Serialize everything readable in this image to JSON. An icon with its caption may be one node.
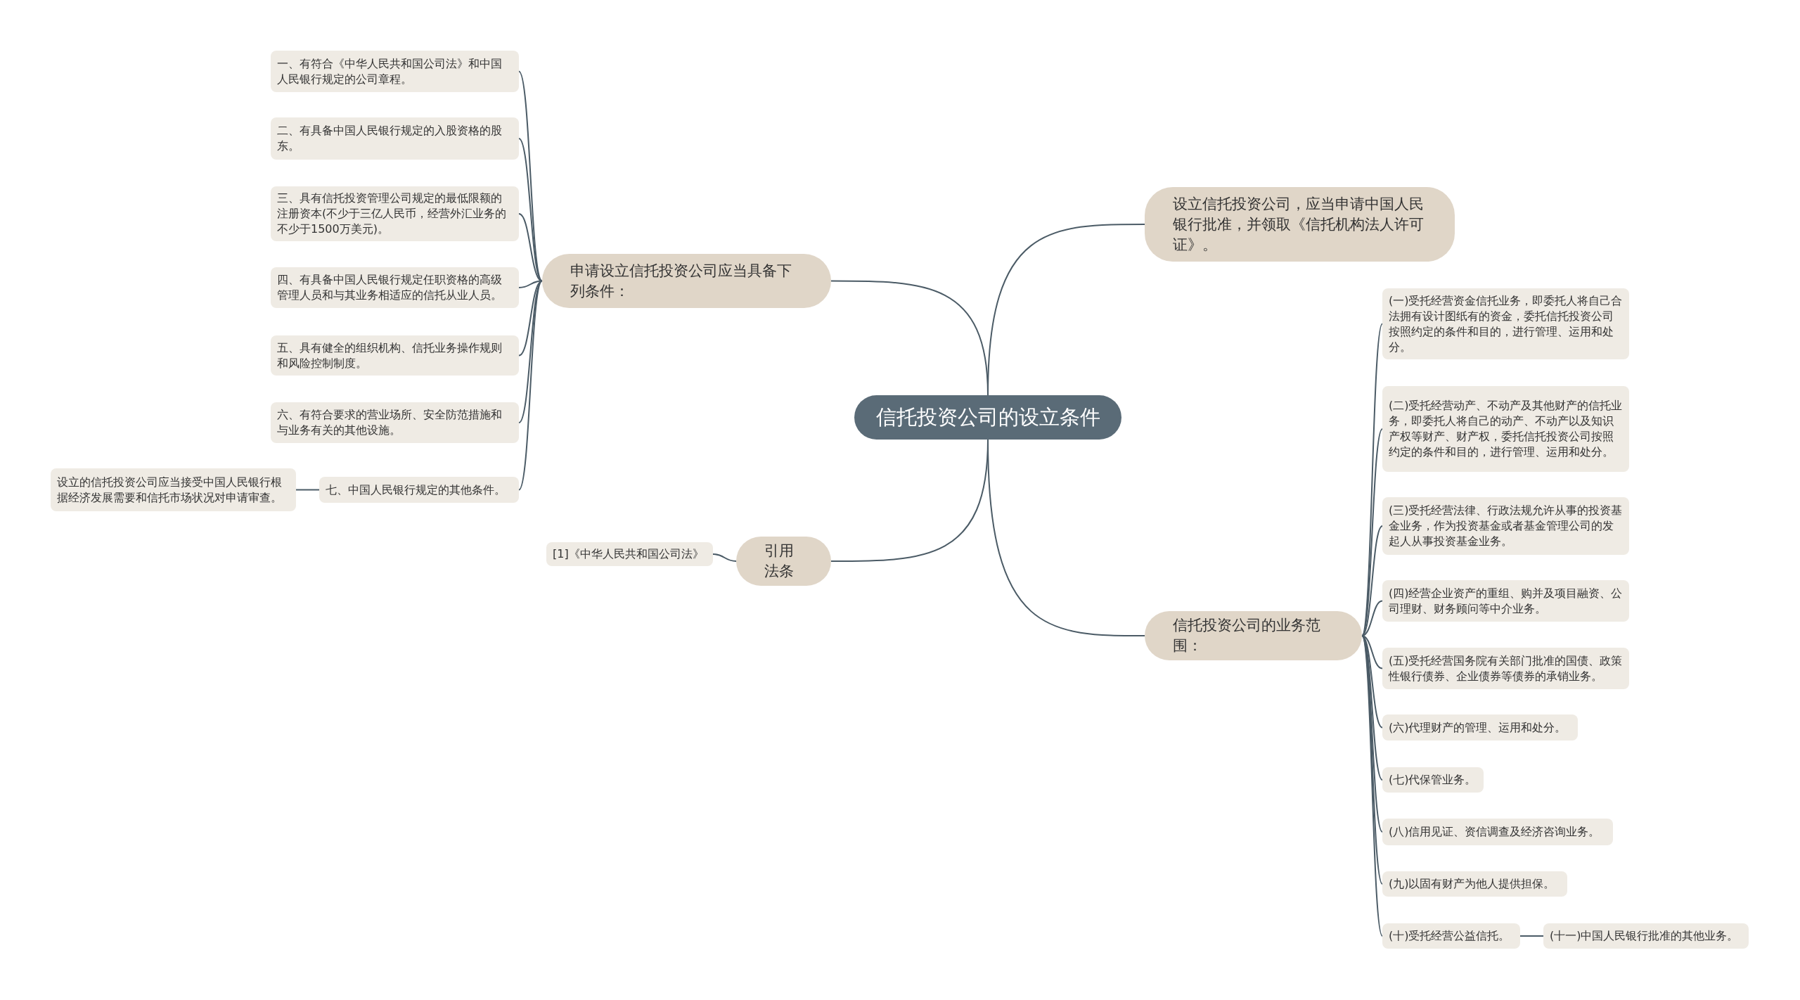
{
  "diagram": {
    "nodes": [
      {
        "text": [
          "信托投资公司的设立条件"
        ]
      },
      {
        "text": [
          "申请设立信托投资公司应当具备下列条件："
        ]
      },
      {
        "text": [
          "一、有符合《中华人民共和国公司法》和中国人民银行规定的公司章程。"
        ]
      },
      {
        "text": [
          "二、有具备中国人民银行规定的入股资格的股东。"
        ]
      },
      {
        "text": [
          "三、具有信托投资管理公司规定的最低限额的注册资本(不少于三亿人民币，经营外汇业务的不少于1500万美元)。"
        ]
      },
      {
        "text": [
          "四、有具备中国人民银行规定任职资格的高级管理人员和与其业务相适应的信托从业人员。"
        ]
      },
      {
        "text": [
          "五、具有健全的组织机构、信托业务操作规则和风险控制制度。"
        ]
      },
      {
        "text": [
          "六、有符合要求的营业场所、安全防范措施和与业务有关的其他设施。"
        ]
      },
      {
        "text": [
          "七、中国人民银行规定的其他条件。"
        ]
      },
      {
        "text": [
          "设立的信托投资公司应当接受中国人民银行根据经济发展需要和信托市场状况对申请审查。"
        ]
      },
      {
        "text": [
          "引用法条"
        ]
      },
      {
        "text": [
          "[1]《中华人民共和国公司法》"
        ]
      },
      {
        "text": [
          "设立信托投资公司，应当申请中国人民银行批准，并领取《信托机构法人许可证》。"
        ]
      },
      {
        "text": [
          "信托投资公司的业务范围："
        ]
      },
      {
        "text": [
          "(一)受托经营资金信托业务，即委托人将自己合法拥有设计图纸有的资金，委托信托投资公司按照约定的条件和目的，进行管理、运用和处分。"
        ]
      },
      {
        "text": [
          "(二)受托经营动产、不动产及其他财产的信托业务，即委托人将自己的动产、不动产以及知识产权等财产、财产权，委托信托投资公司按照约定的条件和目的，进行管理、运用和处分。"
        ]
      },
      {
        "text": [
          "(三)受托经营法律、行政法规允许从事的投资基金业务，作为投资基金或者基金管理公司的发起人从事投资基金业务。"
        ]
      },
      {
        "text": [
          "(四)经营企业资产的重组、购并及项目融资、公司理财、财务顾问等中介业务。"
        ]
      },
      {
        "text": [
          "(五)受托经营国务院有关部门批准的国债、政策性银行债券、企业债券等债券的承销业务。"
        ]
      },
      {
        "text": [
          "(六)代理财产的管理、运用和处分。"
        ]
      },
      {
        "text": [
          "(七)代保管业务。"
        ]
      },
      {
        "text": [
          "(八)信用见证、资信调查及经济咨询业务。"
        ]
      },
      {
        "text": [
          "(九)以固有财产为他人提供担保。"
        ]
      },
      {
        "text": [
          "(十)受托经营公益信托。"
        ]
      },
      {
        "text": [
          "(十一)中国人民银行批准的其他业务。"
        ]
      }
    ],
    "edges": [
      {
        "from": 0,
        "to": 1,
        "arrow": "none"
      },
      {
        "from": 0,
        "to": 12,
        "arrow": "none"
      },
      {
        "from": 0,
        "to": 13,
        "arrow": "none"
      },
      {
        "from": 0,
        "to": 10,
        "arrow": "none"
      },
      {
        "from": 1,
        "to": 2,
        "arrow": "none"
      },
      {
        "from": 1,
        "to": 3,
        "arrow": "none"
      },
      {
        "from": 1,
        "to": 4,
        "arrow": "none"
      },
      {
        "from": 1,
        "to": 5,
        "arrow": "none"
      },
      {
        "from": 1,
        "to": 6,
        "arrow": "none"
      },
      {
        "from": 1,
        "to": 7,
        "arrow": "none"
      },
      {
        "from": 1,
        "to": 8,
        "arrow": "none"
      },
      {
        "from": 8,
        "to": 9,
        "arrow": "none"
      },
      {
        "from": 10,
        "to": 11,
        "arrow": "none"
      },
      {
        "from": 13,
        "to": 14,
        "arrow": "none"
      },
      {
        "from": 13,
        "to": 15,
        "arrow": "none"
      },
      {
        "from": 13,
        "to": 16,
        "arrow": "none"
      },
      {
        "from": 13,
        "to": 17,
        "arrow": "none"
      },
      {
        "from": 13,
        "to": 18,
        "arrow": "none"
      },
      {
        "from": 13,
        "to": 19,
        "arrow": "none"
      },
      {
        "from": 13,
        "to": 20,
        "arrow": "none"
      },
      {
        "from": 13,
        "to": 21,
        "arrow": "none"
      },
      {
        "from": 13,
        "to": 22,
        "arrow": "none"
      },
      {
        "from": 13,
        "to": 23,
        "arrow": "none"
      },
      {
        "from": 23,
        "to": 24,
        "arrow": "none"
      }
    ]
  }
}
